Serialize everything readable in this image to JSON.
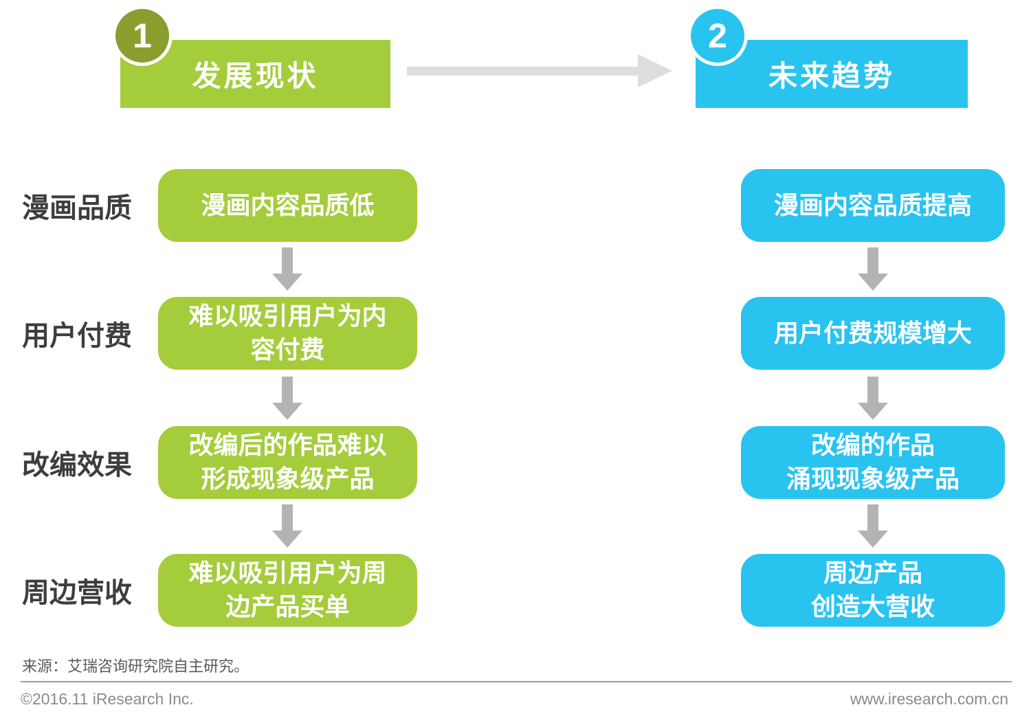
{
  "header": {
    "left": {
      "number": "1",
      "label": "发展现状"
    },
    "right": {
      "number": "2",
      "label": "未来趋势"
    }
  },
  "rows": [
    {
      "label": "漫画品质",
      "current": "漫画内容品质低",
      "future": "漫画内容品质提高"
    },
    {
      "label": "用户付费",
      "current": "难以吸引用户为内\n容付费",
      "future": "用户付费规模增大"
    },
    {
      "label": "改编效果",
      "current": "改编后的作品难以\n形成现象级产品",
      "future": "改编的作品\n涌现现象级产品"
    },
    {
      "label": "周边营收",
      "current": "难以吸引用户为周\n边产品买单",
      "future": "周边产品\n创造大营收"
    }
  ],
  "footer": {
    "source": "来源：艾瑞咨询研究院自主研究。",
    "copyright": "©2016.11 iResearch Inc.",
    "website": "www.iresearch.com.cn"
  },
  "colors": {
    "current_green": "#a5cc3b",
    "badge_olive": "#8a9e2d",
    "future_cyan": "#29c3f0",
    "flow_arrow_gray": "#b3b3b3",
    "header_arrow_gray": "#dedede",
    "label_dark": "#3d3d3d"
  }
}
